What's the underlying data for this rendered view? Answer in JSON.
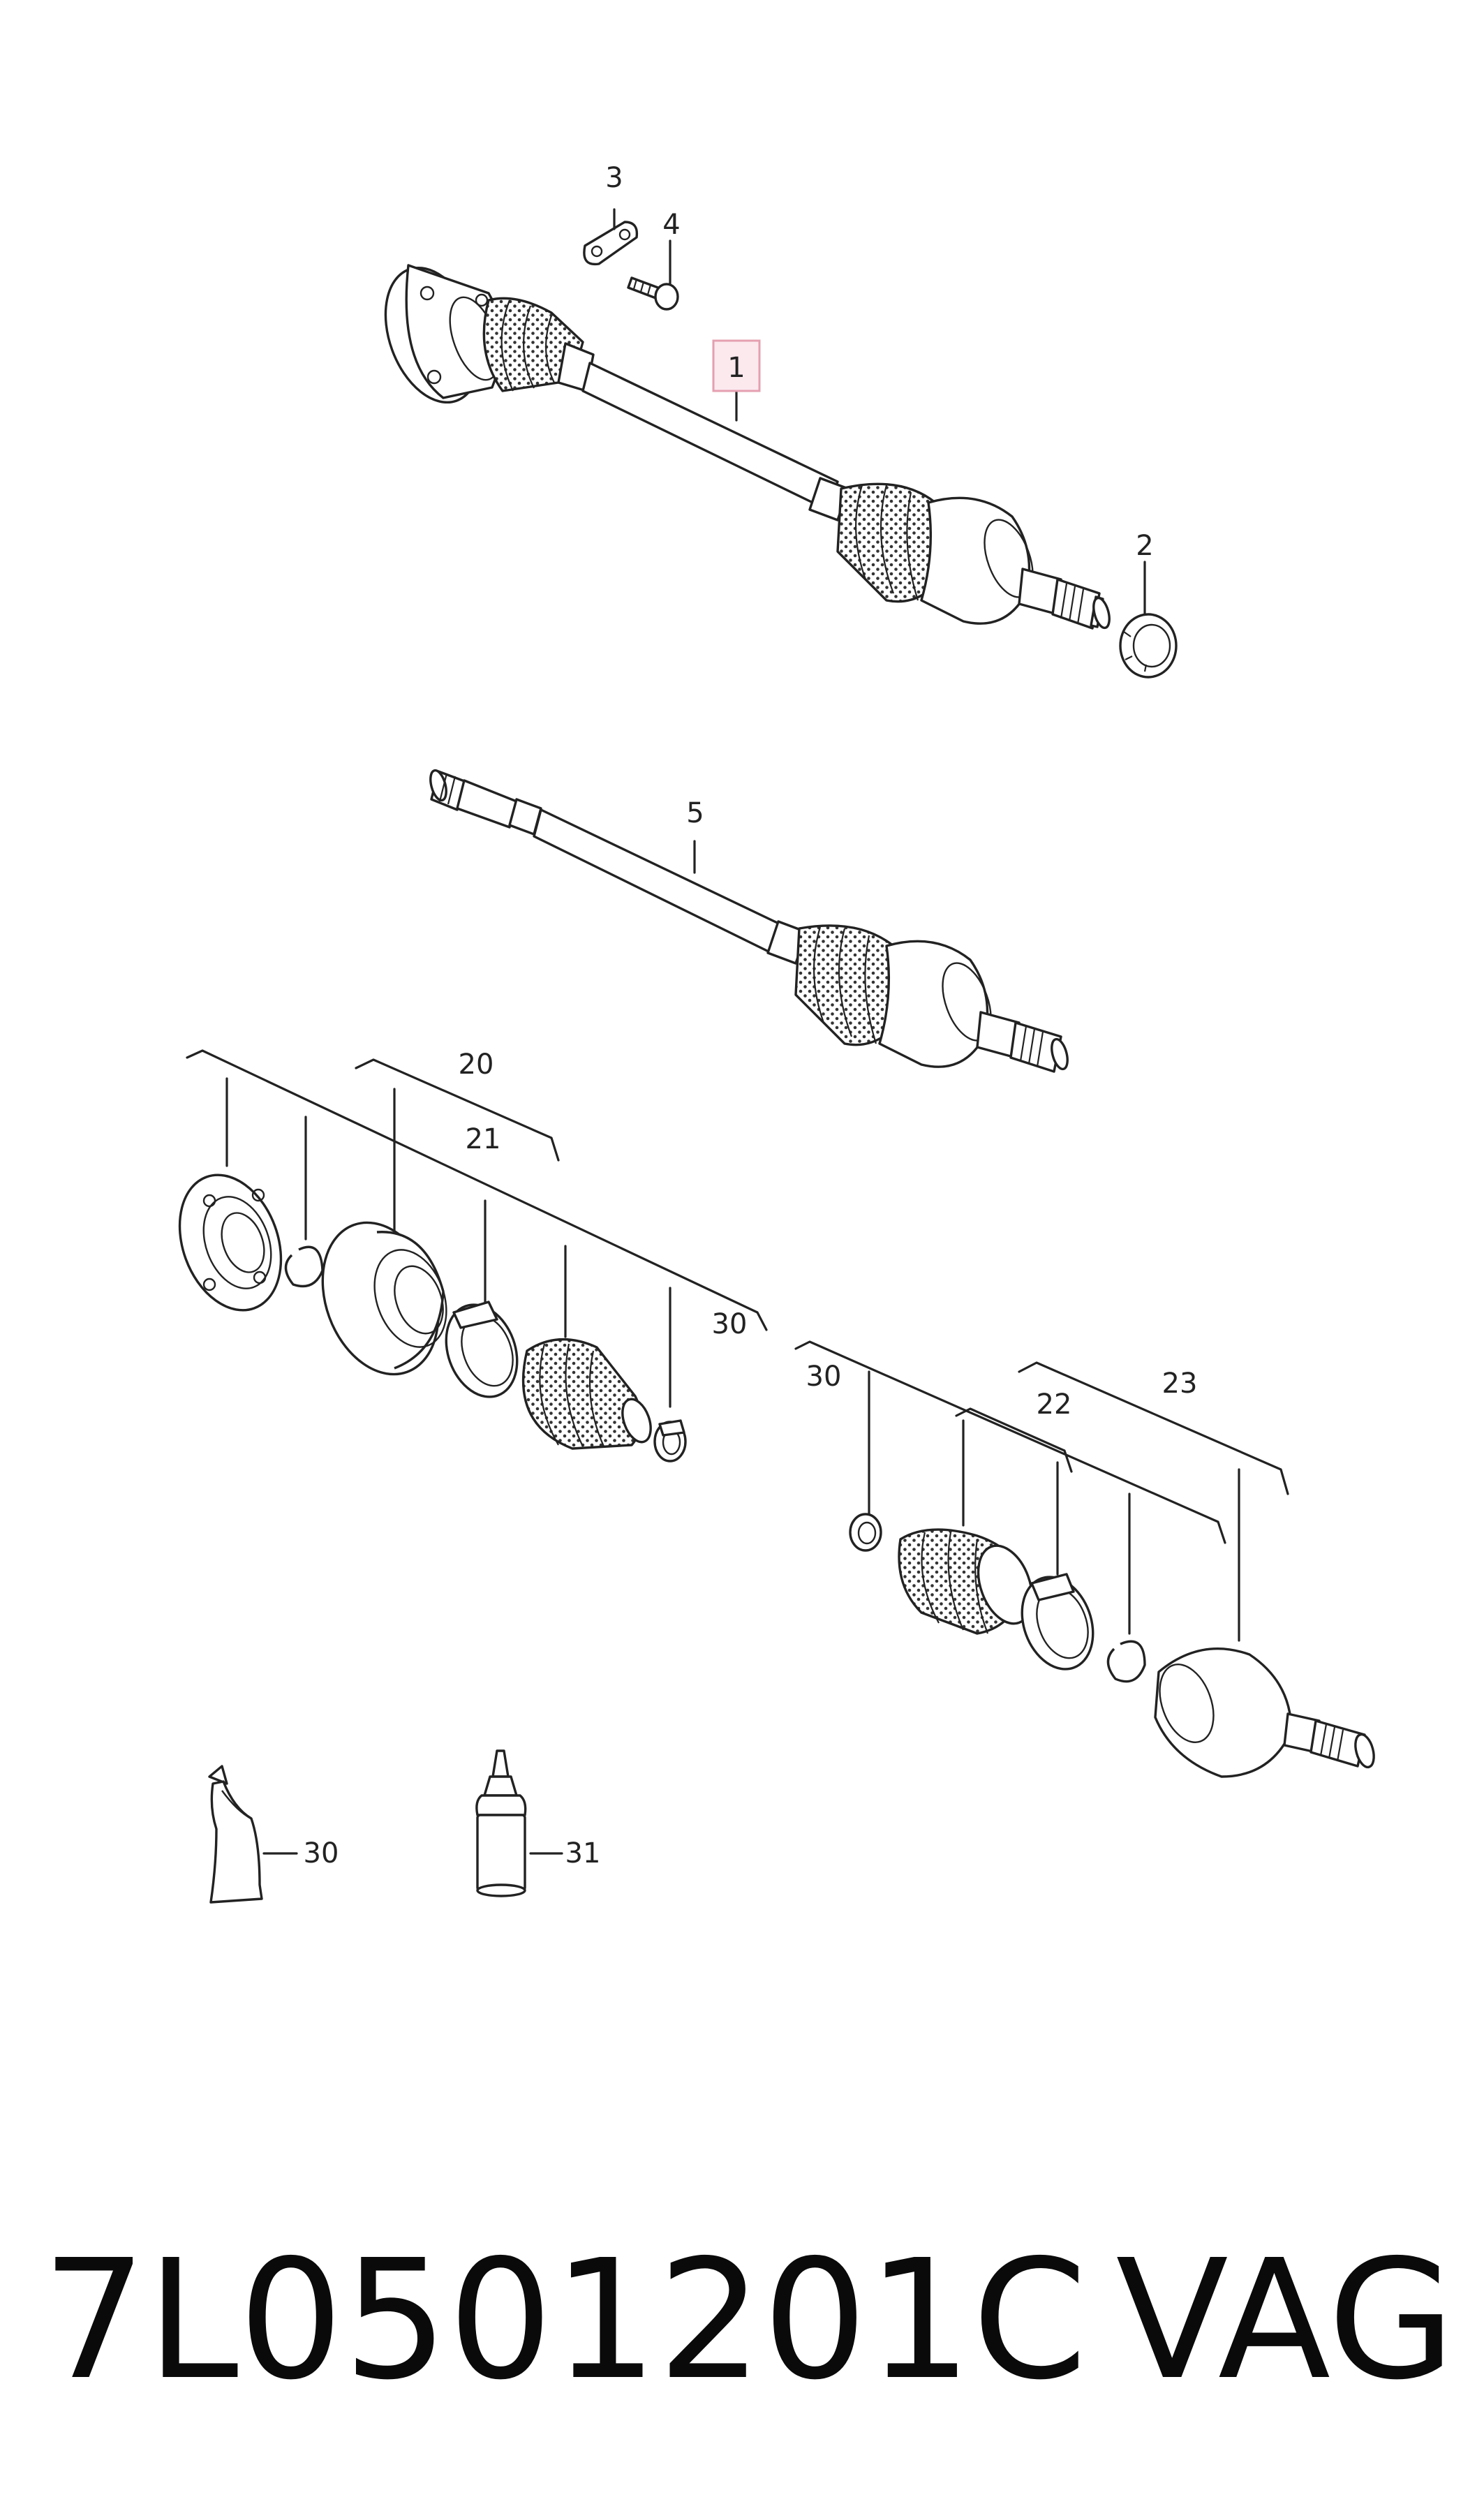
{
  "labels": {
    "l1": "1",
    "l2": "2",
    "l3": "3",
    "l4": "4",
    "l5": "5",
    "l20": "20",
    "l21": "21",
    "l22": "22",
    "l23": "23",
    "l30a": "30",
    "l30b": "30",
    "l30c": "30",
    "l31": "31"
  },
  "highlight_color": "#e5a0b0",
  "caption": {
    "part_number": "7L0501201C",
    "brand": "VAG"
  }
}
